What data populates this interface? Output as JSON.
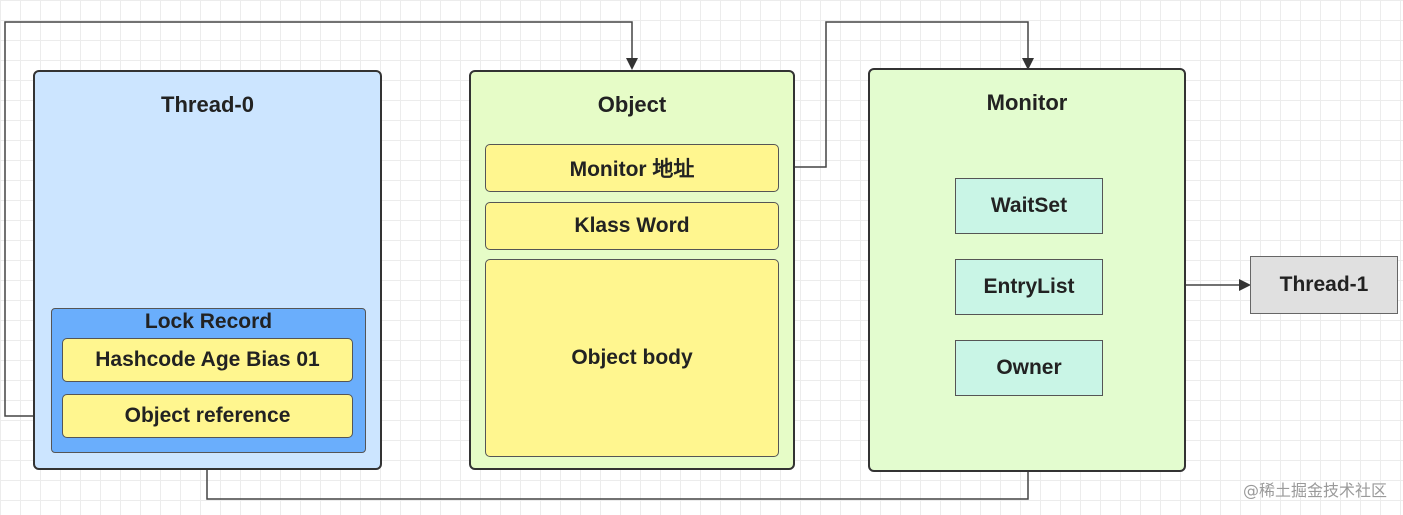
{
  "thread0": {
    "title": "Thread-0"
  },
  "lock_record": {
    "title": "Lock Record",
    "hashcode": "Hashcode Age Bias 01",
    "object_reference": "Object reference"
  },
  "object": {
    "title": "Object",
    "monitor_address": "Monitor 地址",
    "klass_word": "Klass Word",
    "object_body": "Object body"
  },
  "monitor": {
    "title": "Monitor",
    "waitset": "WaitSet",
    "entrylist": "EntryList",
    "owner": "Owner"
  },
  "thread1": {
    "label": "Thread-1"
  },
  "watermark": "@稀土掘金技术社区",
  "colors": {
    "thread0_fill": "#cce5ff",
    "lock_record_fill": "#6aaefc",
    "object_fill": "#e6fcc7",
    "monitor_fill": "#e3fccf",
    "slot_fill": "#fff68f",
    "monitor_slot_fill": "#c9f5e6",
    "thread1_fill": "#e0e0e0"
  }
}
